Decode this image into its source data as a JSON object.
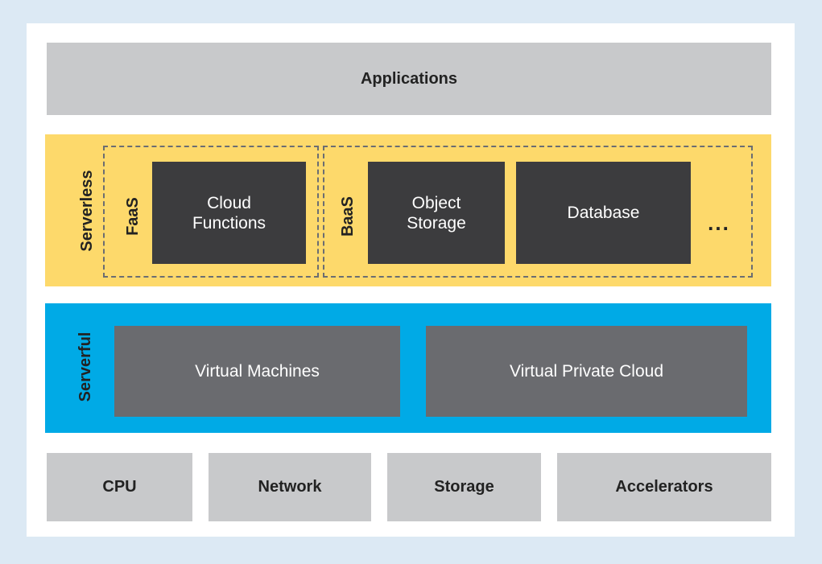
{
  "applications": {
    "label": "Applications"
  },
  "serverless": {
    "label": "Serverless",
    "faas": {
      "label": "FaaS",
      "items": [
        "Cloud Functions"
      ]
    },
    "baas": {
      "label": "BaaS",
      "items": [
        "Object Storage",
        "Database"
      ],
      "more": "..."
    }
  },
  "serverful": {
    "label": "Serverful",
    "items": [
      "Virtual Machines",
      "Virtual Private Cloud"
    ]
  },
  "hardware": {
    "items": [
      "CPU",
      "Network",
      "Storage",
      "Accelerators"
    ]
  },
  "colors": {
    "background": "#dce9f4",
    "gray_block": "#c8c9cb",
    "serverless_yellow": "#fdd96b",
    "serverful_blue": "#00aae6",
    "dark_block": "#3c3c3e",
    "mid_block": "#6a6b6f"
  }
}
